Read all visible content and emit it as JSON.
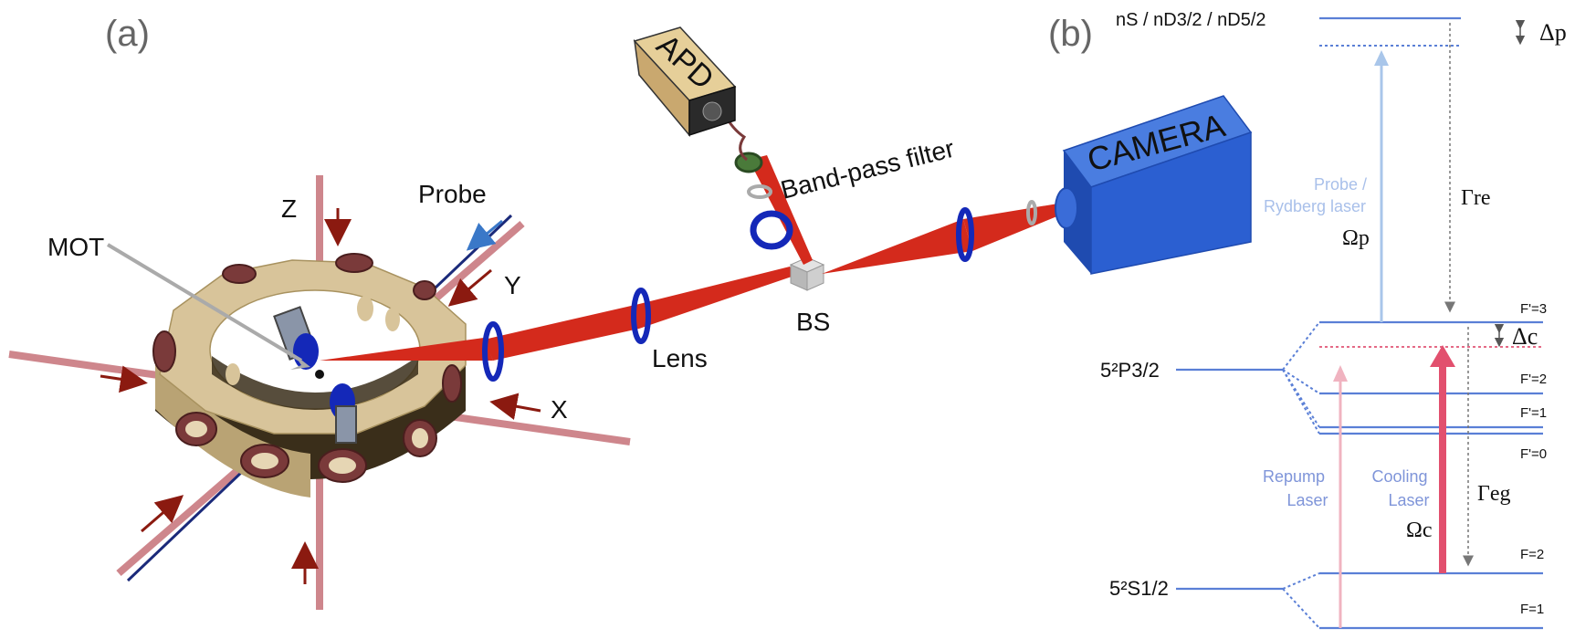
{
  "panel_a": {
    "label": "(a)",
    "axis_labels": {
      "z": "Z",
      "y": "Y",
      "x": "X"
    },
    "component_labels": {
      "mot": "MOT",
      "probe": "Probe",
      "lens": "Lens",
      "bs": "BS",
      "band_pass_filter": "Band-pass filter",
      "apd": "APD",
      "camera": "CAMERA"
    },
    "colors": {
      "chamber": "#d8c49a",
      "port": "#7a3a3a",
      "beam": "#d42a1c",
      "mot_beam": "#c97a80",
      "optic_mount": "#1428b8",
      "camera": "#2b5fd1",
      "apd": "#c9a86f",
      "probe_arrow": "#3a78c8",
      "mot_arrow": "#8b1a10"
    }
  },
  "panel_b": {
    "label": "(b)",
    "levels": {
      "rydberg": "nS / nD3/2 / nD5/2",
      "p32": "5²P3/2",
      "s12": "5²S1/2"
    },
    "hyperfine": {
      "f3p": "F'=3",
      "f2p": "F'=2",
      "f1p": "F'=1",
      "f0p": "F'=0",
      "f2": "F=2",
      "f1": "F=1"
    },
    "lasers": {
      "probe_line1": "Probe /",
      "probe_line2": "Rydberg laser",
      "repump_line1": "Repump",
      "repump_line2": "Laser",
      "cooling_line1": "Cooling",
      "cooling_line2": "Laser"
    },
    "symbols": {
      "delta_p": "Δp",
      "delta_c": "Δc",
      "gamma_re": "Γre",
      "gamma_eg": "Γeg",
      "omega_p": "Ωp",
      "omega_c": "Ωc"
    },
    "colors": {
      "level": "#5a7fd6",
      "probe_arrow": "#a9c6ea",
      "repump_arrow": "#f0b3c0",
      "cooling_arrow": "#e2506e",
      "detuning_line": "#e46a86"
    }
  }
}
